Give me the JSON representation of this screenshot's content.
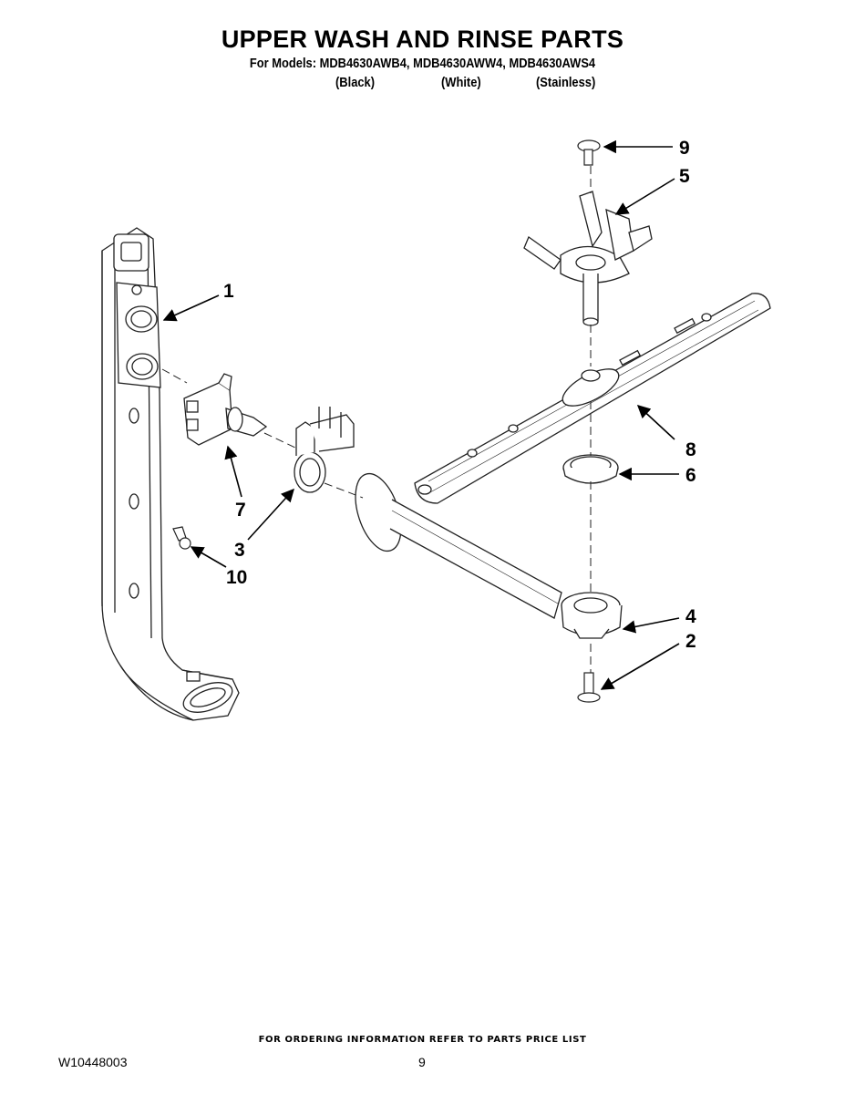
{
  "header": {
    "title": "UPPER WASH AND RINSE PARTS",
    "models_line": "For Models: MDB4630AWB4, MDB4630AWW4, MDB4630AWS4",
    "variants": [
      "(Black)",
      "(White)",
      "(Stainless)"
    ]
  },
  "diagram": {
    "callouts": [
      "9",
      "5",
      "1",
      "8",
      "6",
      "7",
      "3",
      "10",
      "4",
      "2"
    ]
  },
  "footer": {
    "ordering_note": "FOR ORDERING INFORMATION REFER TO PARTS PRICE LIST",
    "document_number": "W10448003",
    "page_number": "9"
  }
}
